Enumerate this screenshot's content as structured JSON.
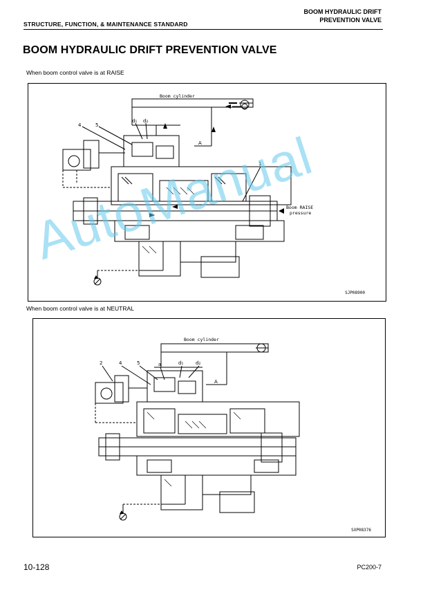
{
  "header": {
    "section": "STRUCTURE, FUNCTION, & MAINTENANCE STANDARD",
    "topic_line1": "BOOM HYDRAULIC DRIFT",
    "topic_line2": "PREVENTION VALVE"
  },
  "title": "BOOM HYDRAULIC DRIFT PREVENTION VALVE",
  "figures": [
    {
      "caption": "When boom control valve is at RAISE",
      "cylinder_label": "Boom cylinder",
      "port_label": "A",
      "callouts": [
        "4",
        "5",
        "d₁",
        "d₂",
        "1"
      ],
      "pressure_label_line1": "Boom RAISE",
      "pressure_label_line2": "pressure",
      "ref": "SJP08900"
    },
    {
      "caption": "When boom control valve is at NEUTRAL",
      "cylinder_label": "Boom cylinder",
      "port_label": "A",
      "callouts": [
        "2",
        "4",
        "5",
        "a",
        "d₁",
        "d₂"
      ],
      "ref": "SXP08376"
    }
  ],
  "watermark": "AutoManual",
  "footer": {
    "page": "10-128",
    "model": "PC200-7"
  }
}
